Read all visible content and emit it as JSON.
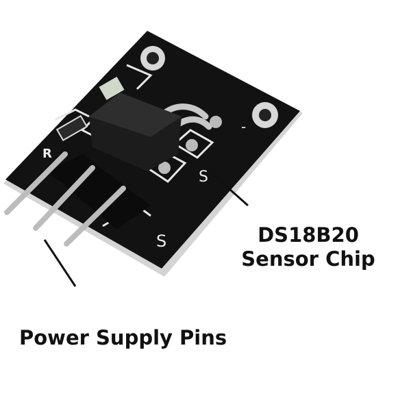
{
  "labels": {
    "chip_line1": "DS18B20",
    "chip_line2": "Sensor Chip",
    "pins": "Power Supply Pins"
  },
  "silkscreen": {
    "r": "R",
    "s_top": "S",
    "s_bottom": "S",
    "minus": "-"
  },
  "colors": {
    "board": "#111111",
    "board_edge": "#cfcfcf",
    "pins": "#bdbdbd",
    "text": "#111111"
  }
}
